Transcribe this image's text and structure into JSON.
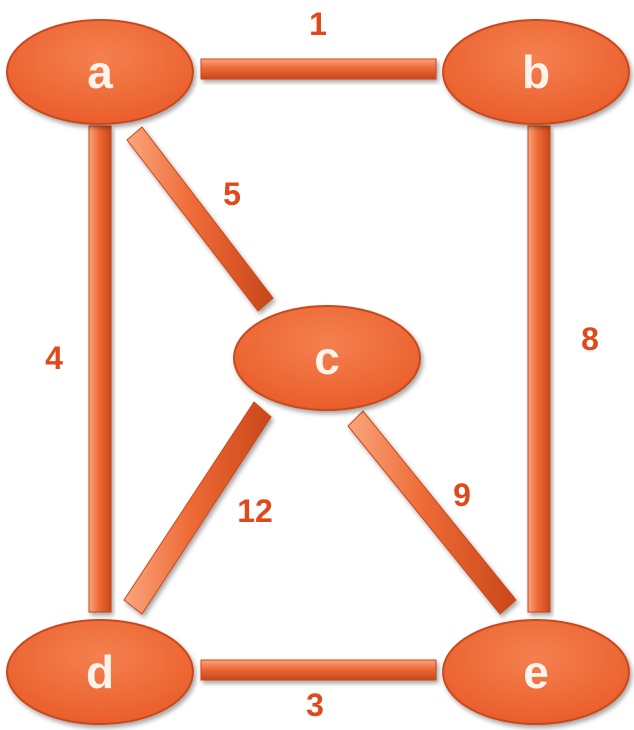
{
  "colors": {
    "node_fill": "#ef6a36",
    "node_edge": "#c84a1c",
    "edge_fill": "#ef6a36",
    "weight_text": "#e0491b",
    "node_text": "#fdf3ea"
  },
  "nodes": [
    {
      "id": "a",
      "label": "a"
    },
    {
      "id": "b",
      "label": "b"
    },
    {
      "id": "c",
      "label": "c"
    },
    {
      "id": "d",
      "label": "d"
    },
    {
      "id": "e",
      "label": "e"
    }
  ],
  "edges": [
    {
      "from": "a",
      "to": "b",
      "weight": "1"
    },
    {
      "from": "a",
      "to": "c",
      "weight": "5"
    },
    {
      "from": "a",
      "to": "d",
      "weight": "4"
    },
    {
      "from": "b",
      "to": "e",
      "weight": "8"
    },
    {
      "from": "c",
      "to": "d",
      "weight": "12"
    },
    {
      "from": "c",
      "to": "e",
      "weight": "9"
    },
    {
      "from": "d",
      "to": "e",
      "weight": "3"
    }
  ]
}
